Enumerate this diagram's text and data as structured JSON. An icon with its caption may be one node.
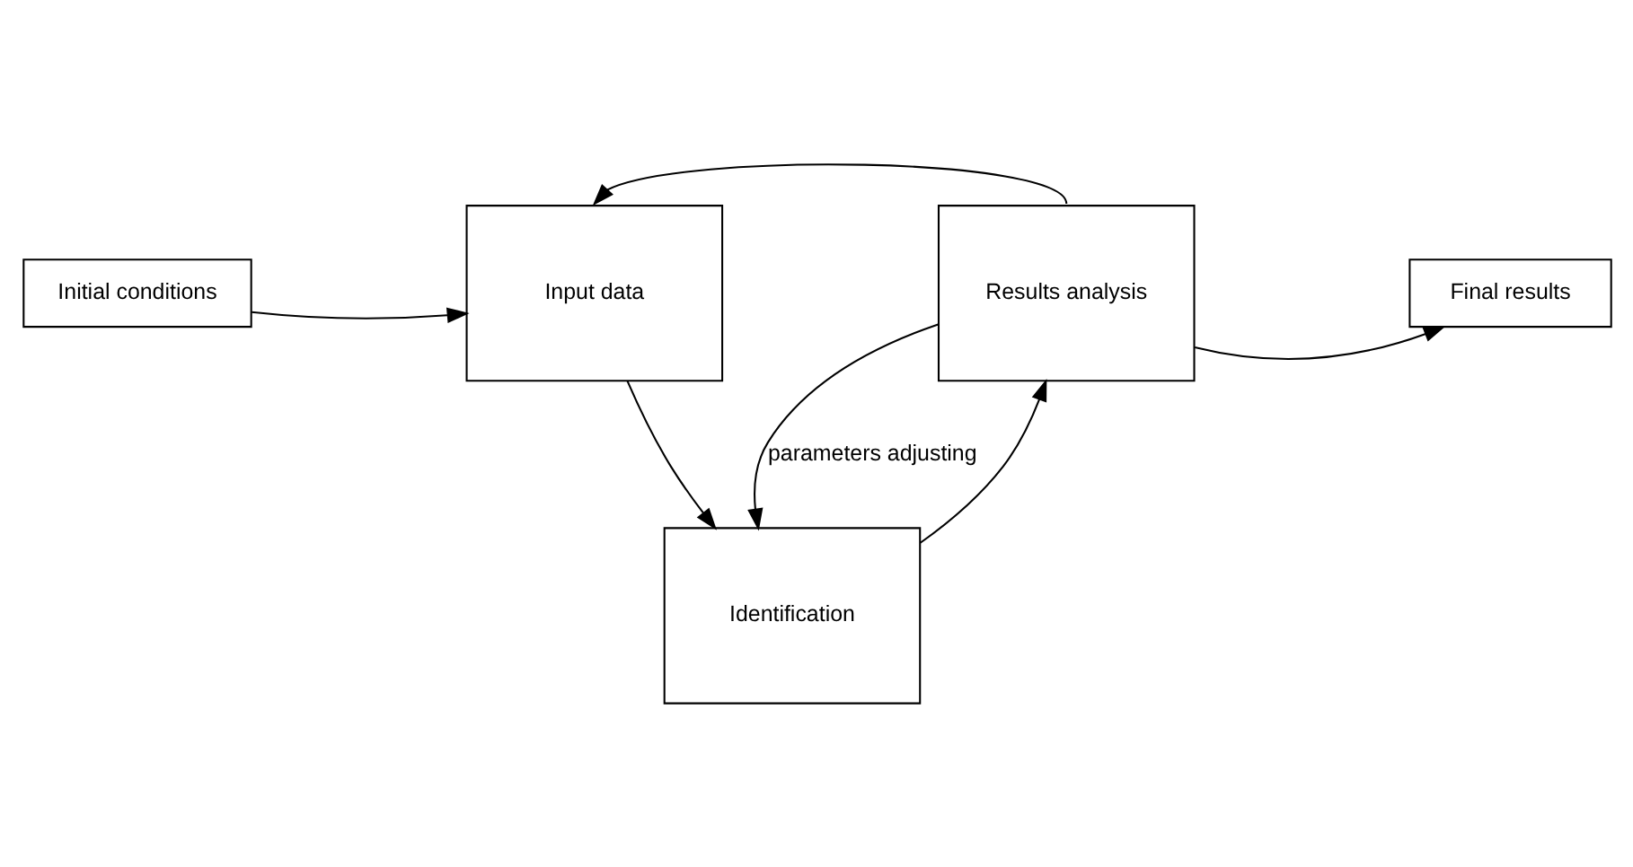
{
  "diagram": {
    "nodes": [
      {
        "text": [
          "Input data"
        ]
      },
      {
        "text": [
          "Results analysis"
        ]
      },
      {
        "text": [
          "Initial conditions"
        ]
      },
      {
        "text": [
          "Final results"
        ]
      },
      {
        "text": [
          "Identification"
        ]
      }
    ],
    "edges": [
      {
        "from": 2,
        "to": 0,
        "arrow": "to"
      },
      {
        "from": 0,
        "to": 4,
        "arrow": "to"
      },
      {
        "from": 4,
        "to": 1,
        "arrow": "to"
      },
      {
        "from": 1,
        "to": 4,
        "arrow": "to",
        "label": "parameters adjusting"
      },
      {
        "from": 1,
        "to": 0,
        "arrow": "to"
      },
      {
        "from": 1,
        "to": 3,
        "arrow": "to"
      }
    ]
  }
}
